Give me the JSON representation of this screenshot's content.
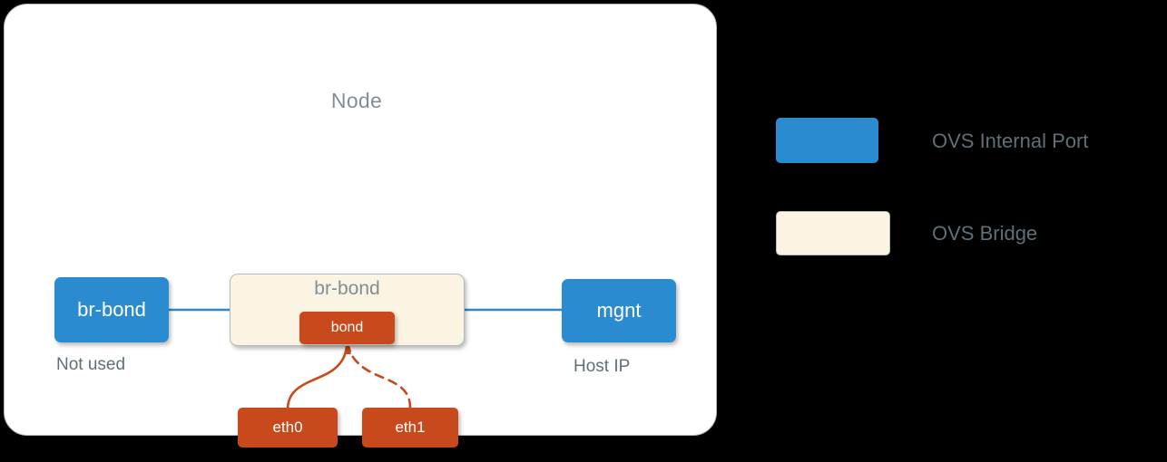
{
  "node": {
    "title": "Node"
  },
  "nodes": {
    "br_bond_port": {
      "label": "br-bond",
      "caption": "Not used"
    },
    "bridge": {
      "label": "br-bond"
    },
    "bond": {
      "label": "bond"
    },
    "mgnt": {
      "label": "mgnt",
      "caption": "Host IP"
    },
    "eth0": {
      "label": "eth0"
    },
    "eth1": {
      "label": "eth1"
    }
  },
  "legend": {
    "items": [
      {
        "label": "OVS Internal Port",
        "color": "#2a8bd1",
        "swatch": "filled"
      },
      {
        "label": "OVS Bridge",
        "color": "#fbf4e3",
        "swatch": "outlined"
      }
    ]
  },
  "colors": {
    "blue": "#2a8bd1",
    "orange": "#c8491b",
    "bridge_fill": "#fbf4e3",
    "border_gray": "#b4bcbf",
    "text_gray": "#5f7079",
    "title_gray": "#7e8f95",
    "background": "#000000",
    "node_fill": "#ffffff"
  },
  "edges": [
    {
      "from": "br_bond_port",
      "to": "bridge",
      "style": "solid",
      "color": "#2a8bd1"
    },
    {
      "from": "bridge",
      "to": "mgnt",
      "style": "solid",
      "color": "#2a8bd1"
    },
    {
      "from": "eth0",
      "to": "bond",
      "style": "solid",
      "color": "#c8491b"
    },
    {
      "from": "eth1",
      "to": "bond",
      "style": "dashed",
      "color": "#c8491b"
    }
  ]
}
